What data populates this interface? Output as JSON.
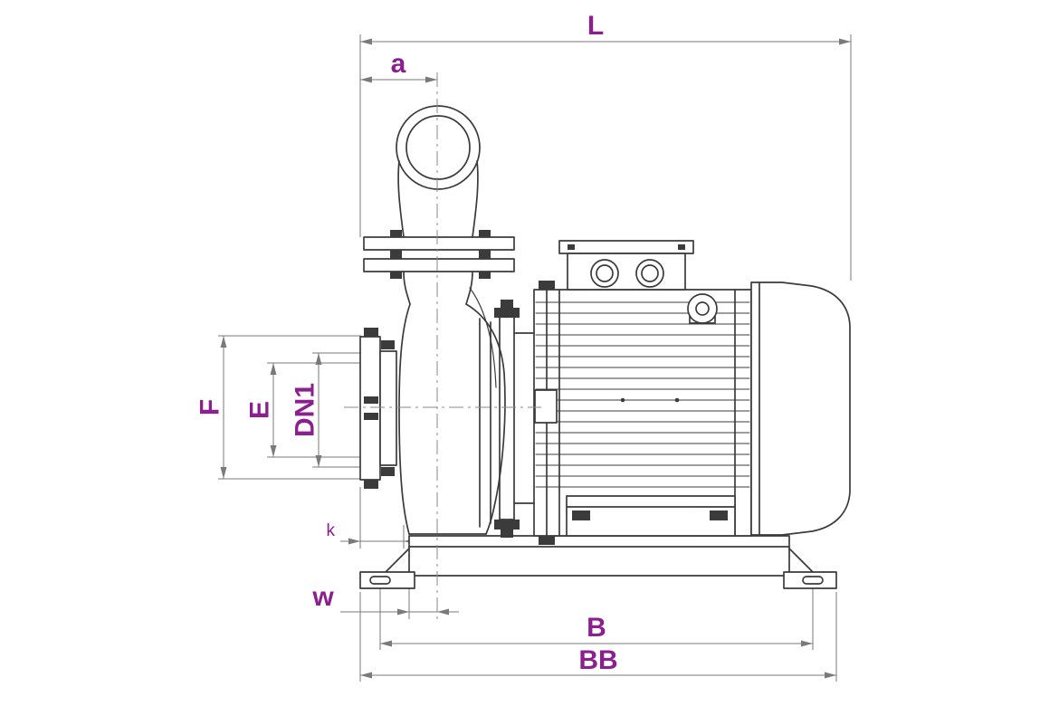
{
  "drawing": {
    "type": "technical-outline-drawing",
    "subject_view": "side view",
    "labels": {
      "L": "L",
      "a": "a",
      "F": "F",
      "E": "E",
      "DN1": "DN1",
      "k": "k",
      "w": "w",
      "B": "B",
      "BB": "BB"
    }
  },
  "colors": {
    "background": "#ffffff",
    "drawing_line": "#3b3b3b",
    "dimension_line": "#7a7a7a",
    "centerline": "#8a8a8a",
    "label": "#8b1f8f"
  }
}
